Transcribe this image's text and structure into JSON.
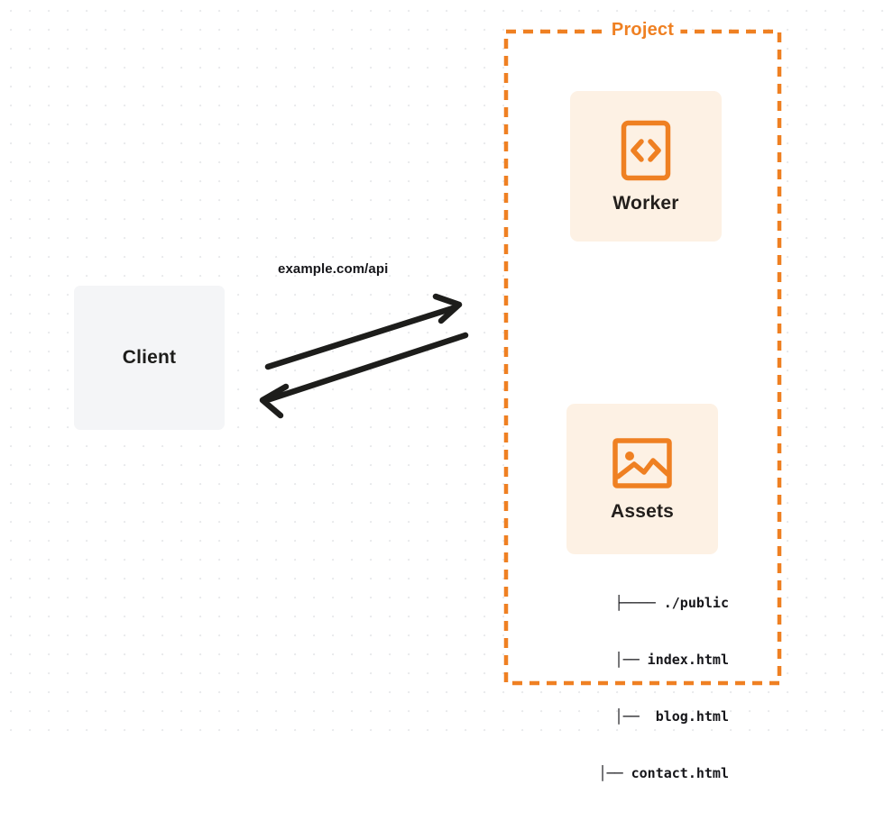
{
  "diagram": {
    "type": "architecture-flow",
    "background": {
      "style": "dot-grid",
      "dot_color": "#e9eaec",
      "base_color": "#ffffff"
    },
    "colors": {
      "accent_orange": "#ef8022",
      "node_fill_cream": "#fdf1e4",
      "client_fill_gray": "#f4f5f7",
      "text_dark": "#16161a",
      "arrow_black": "#1d1d1b"
    },
    "client": {
      "label": "Client"
    },
    "connector": {
      "label": "example.com/api",
      "direction": "bidirectional",
      "arrow_to_project_name": "request-arrow",
      "arrow_to_client_name": "response-arrow"
    },
    "project": {
      "title": "Project",
      "nodes": [
        {
          "id": "worker",
          "label": "Worker",
          "icon": "code-brackets-icon"
        },
        {
          "id": "assets",
          "label": "Assets",
          "icon": "image-icon"
        }
      ],
      "file_tree": [
        "├──── ./public",
        "     │── index.html",
        "     │──  blog.html",
        "     │── contact.html"
      ]
    }
  }
}
